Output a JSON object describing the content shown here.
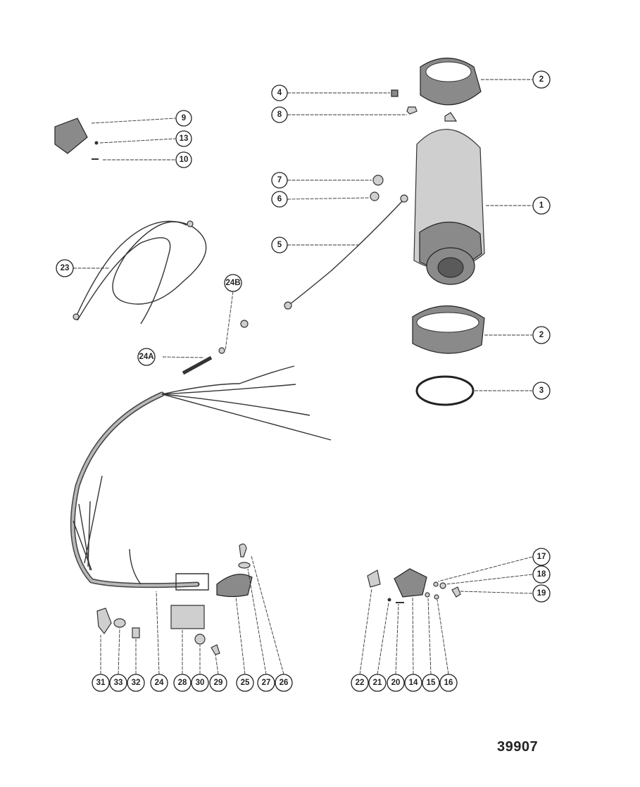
{
  "drawing_number": "39907",
  "callouts": {
    "c1": "1",
    "c2a": "2",
    "c2b": "2",
    "c3": "3",
    "c4": "4",
    "c5": "5",
    "c6": "6",
    "c7": "7",
    "c8": "8",
    "c9": "9",
    "c10": "10",
    "c13": "13",
    "c14": "14",
    "c15": "15",
    "c16": "16",
    "c17": "17",
    "c18": "18",
    "c19": "19",
    "c20": "20",
    "c21": "21",
    "c22": "22",
    "c23": "23",
    "c24": "24",
    "c24A": "24A",
    "c24B": "24B",
    "c25": "25",
    "c26": "26",
    "c27": "27",
    "c28": "28",
    "c29": "29",
    "c30": "30",
    "c31": "31",
    "c32": "32",
    "c33": "33"
  }
}
